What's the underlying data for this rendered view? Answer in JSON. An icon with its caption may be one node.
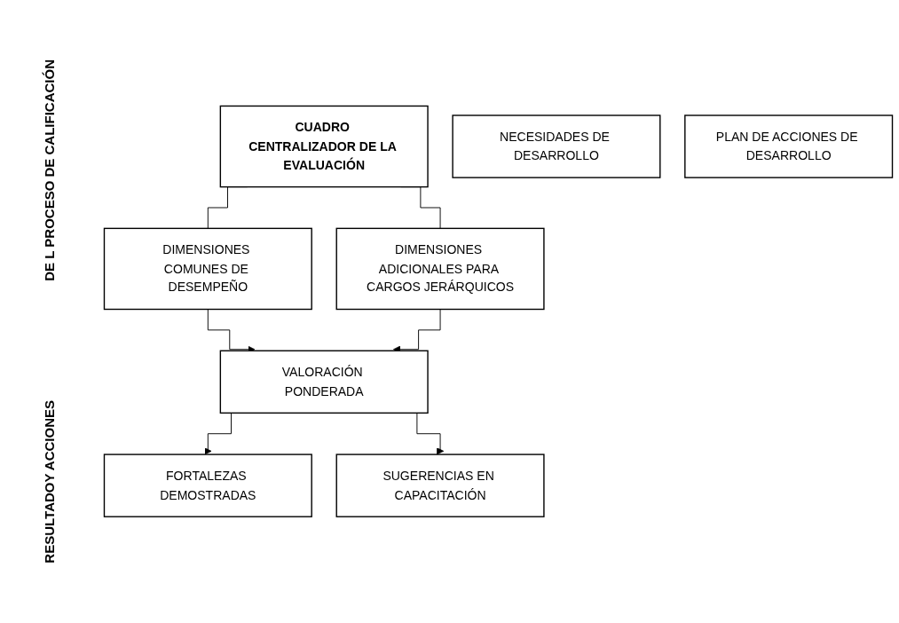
{
  "diagram": {
    "nodes": [
      {
        "text": [
          "CUADRO CENTRALIZADOR DE LA EVALUACIÓN"
        ]
      },
      {
        "text": [
          "DIMENSIONES COMUNES DE DESEMPEÑO"
        ]
      },
      {
        "text": [
          "DIMENSIONES ADICIONALES PARA CARGOS JERÁRQUICOS"
        ]
      },
      {
        "text": [
          "VALORACIÓN PONDERADA"
        ]
      },
      {
        "text": [
          "FORTALEZAS DEMOSTRADAS"
        ]
      },
      {
        "text": [
          "NECESIDADES DE DESARROLLO"
        ]
      },
      {
        "text": [
          "PLAN DE ACCIONES DE DESARROLLO"
        ]
      },
      {
        "text": [
          "SUGERENCIAS EN CAPACITACIÓN"
        ]
      }
    ],
    "edges": [
      {
        "from": 0,
        "to": 1,
        "arrow": "none"
      },
      {
        "from": 0,
        "to": 2,
        "arrow": "none"
      },
      {
        "from": 1,
        "to": 3,
        "arrow": "to"
      },
      {
        "from": 2,
        "to": 3,
        "arrow": "to"
      },
      {
        "from": 3,
        "to": 4,
        "arrow": "to"
      },
      {
        "from": 3,
        "to": 7,
        "arrow": "to"
      }
    ],
    "labels": [
      "DE L PROCESO DE CALIFICACIÓN",
      "RESULTADOY ACCIONES"
    ]
  }
}
